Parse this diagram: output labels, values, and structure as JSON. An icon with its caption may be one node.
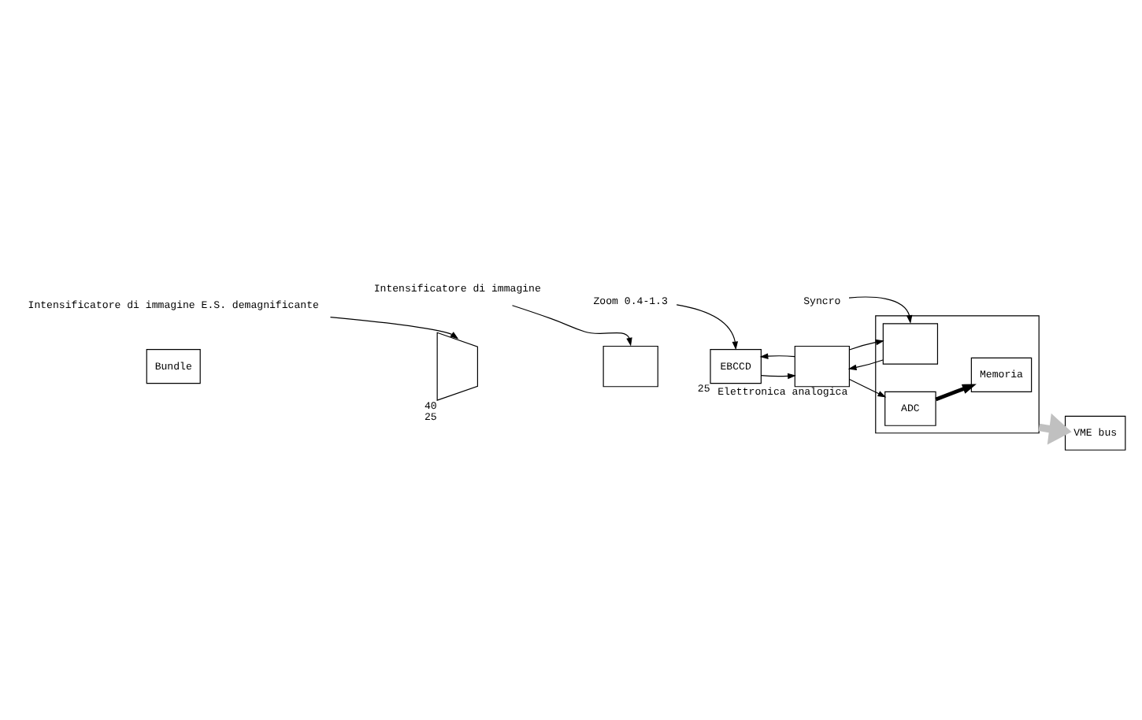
{
  "diagram": {
    "nodes": [
      {
        "text": [
          "Bundle"
        ]
      },
      {
        "text": [],
        "shape": "trapezium",
        "beside": [
          "40",
          "25"
        ]
      },
      {
        "text": [],
        "shape": "box"
      },
      {
        "text": [
          "EBCCD"
        ],
        "beside": [
          "25"
        ]
      },
      {
        "text": [],
        "shape": "box",
        "beside": [
          "Elettronica analogica"
        ]
      },
      {
        "text": [],
        "shape": "box"
      },
      {
        "text": [],
        "shape": "box",
        "in": 5
      },
      {
        "text": [
          "ADC"
        ],
        "in": 5
      },
      {
        "text": [
          "Memoria"
        ],
        "in": 5
      },
      {
        "text": [
          "VME bus"
        ]
      },
      {
        "text": [
          "Intensificatore di immagine"
        ]
      },
      {
        "text": [
          "Intensificatore di immagine E.S. demagnificante"
        ]
      },
      {
        "text": [
          "Zoom 0.4-1.3"
        ]
      },
      {
        "text": [
          "Syncro"
        ]
      }
    ],
    "edges": [
      {
        "from": 4,
        "to": 3,
        "arrow": "to"
      },
      {
        "from": 3,
        "to": 4,
        "arrow": "to"
      },
      {
        "from": 4,
        "to": 6,
        "arrow": "to"
      },
      {
        "from": 6,
        "to": 4,
        "arrow": "to"
      },
      {
        "from": 4,
        "to": 7,
        "arrow": "to"
      },
      {
        "from": 7,
        "to": 8,
        "arrow": "to",
        "style": "thick"
      },
      {
        "from": 5,
        "to": 9,
        "arrow": "to",
        "style": "thick",
        "color": "#c0c0c0"
      },
      {
        "from": 10,
        "to": 2,
        "arrow": "to"
      },
      {
        "from": 11,
        "to": 1,
        "arrow": "to"
      },
      {
        "from": 12,
        "to": 3,
        "arrow": "to"
      },
      {
        "from": 13,
        "to": 6,
        "arrow": "to"
      }
    ]
  }
}
